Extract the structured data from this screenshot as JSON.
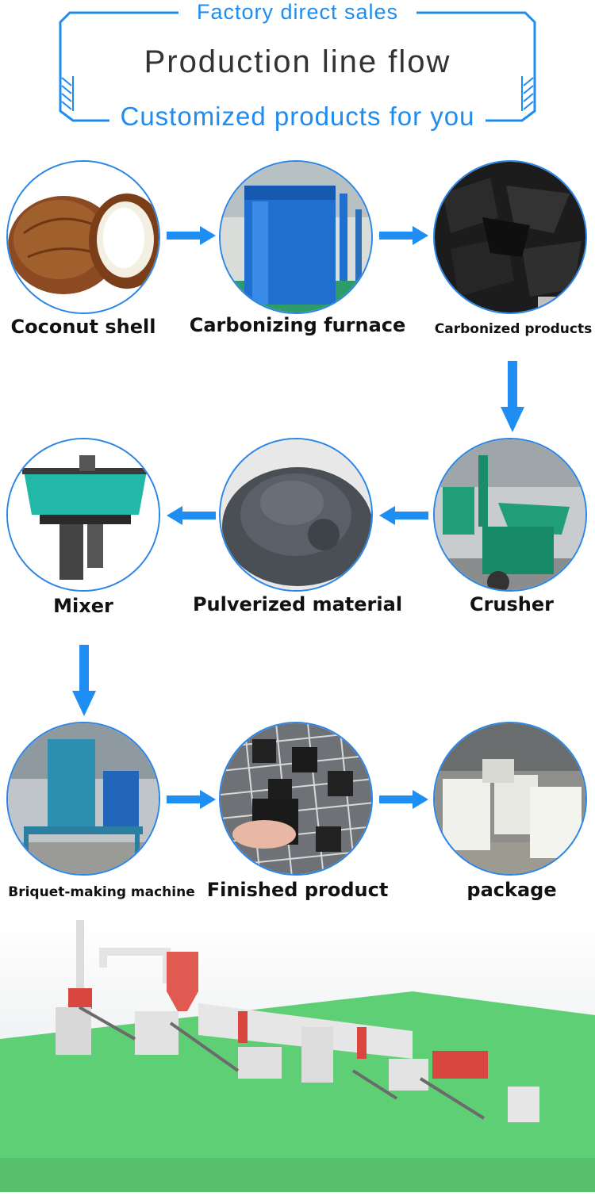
{
  "header": {
    "top_text": "Factory direct sales",
    "title": "Production line flow",
    "subtitle": "Customized products for you"
  },
  "colors": {
    "accent": "#1e8cf0",
    "arrow": "#1f8ef2",
    "title": "#333333",
    "label": "#111111",
    "floor": "#5fcf75"
  },
  "steps": [
    {
      "id": "coconut-shell",
      "label": "Coconut shell"
    },
    {
      "id": "carbonizing-furnace",
      "label": "Carbonizing furnace"
    },
    {
      "id": "carbonized-products",
      "label": "Carbonized products"
    },
    {
      "id": "crusher",
      "label": "Crusher"
    },
    {
      "id": "pulverized-material",
      "label": "Pulverized material"
    },
    {
      "id": "mixer",
      "label": "Mixer"
    },
    {
      "id": "briquet-making-machine",
      "label": "Briquet-making machine"
    },
    {
      "id": "finished-product",
      "label": "Finished product"
    },
    {
      "id": "package",
      "label": "package"
    }
  ]
}
